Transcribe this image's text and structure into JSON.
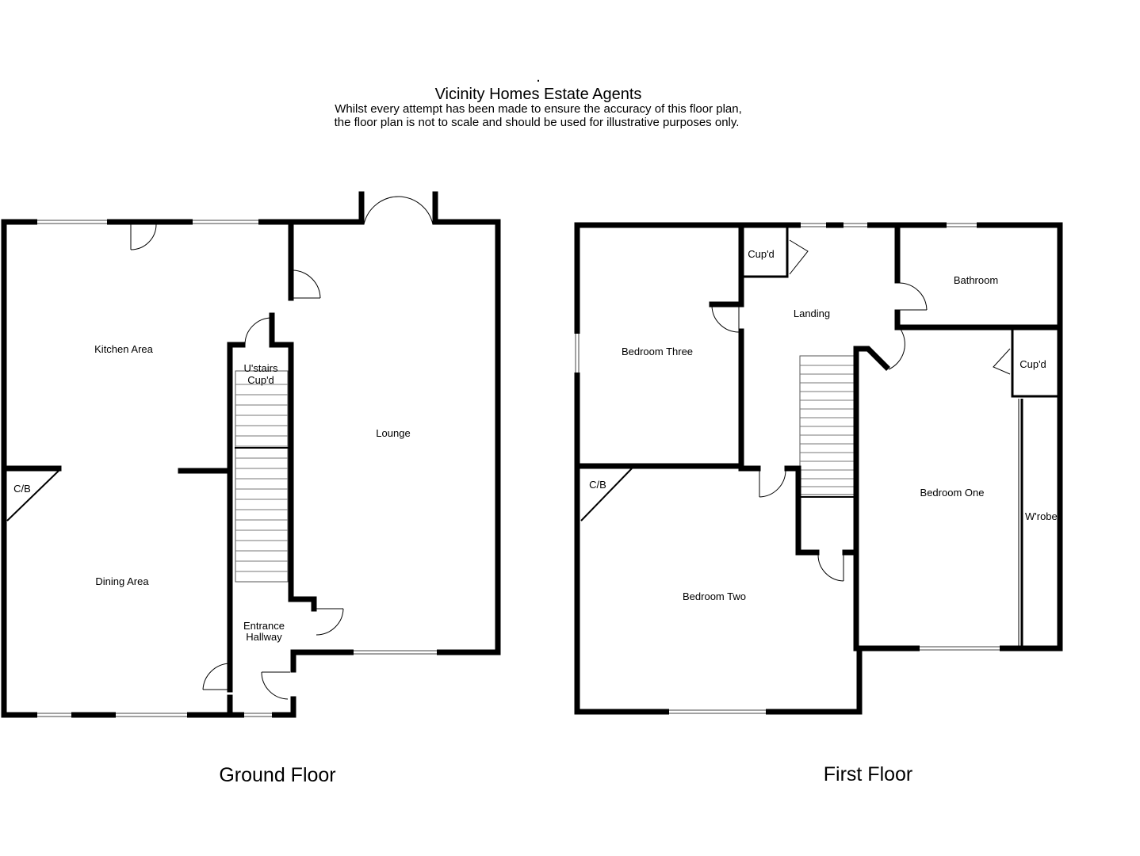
{
  "header": {
    "dot": ".",
    "title": "Vicinity Homes Estate Agents",
    "disclaimer_line1": "Whilst every attempt has been made to ensure the accuracy of this floor plan,",
    "disclaimer_line2": "the floor plan is not to scale and should be used for illustrative purposes only."
  },
  "ground_floor": {
    "label": "Ground Floor",
    "rooms": {
      "kitchen": "Kitchen Area",
      "lounge": "Lounge",
      "ustairs_line1": "U'stairs",
      "ustairs_line2": "Cup'd",
      "cb": "C/B",
      "dining": "Dining Area",
      "hall_line1": "Entrance",
      "hall_line2": "Hallway"
    }
  },
  "first_floor": {
    "label": "First Floor",
    "rooms": {
      "cupd_top": "Cup'd",
      "bathroom": "Bathroom",
      "landing": "Landing",
      "bedroom_three": "Bedroom Three",
      "cupd_right": "Cup'd",
      "cb": "C/B",
      "bedroom_one": "Bedroom One",
      "wrobe": "W'robe",
      "bedroom_two": "Bedroom Two"
    }
  },
  "colors": {
    "walls": "#000000",
    "background": "#ffffff",
    "stairs": "#777777"
  }
}
